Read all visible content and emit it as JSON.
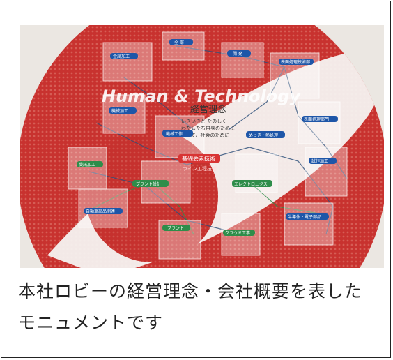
{
  "photo": {
    "heading": "Human & Technology",
    "philosophy": {
      "title": "経営理念",
      "lines": [
        "いきいきと たのしく",
        "わたしたち自身のために",
        "そして、社会のために"
      ]
    },
    "core_tech": {
      "title": "基礎要素技術",
      "sub": "ライン工程技術"
    },
    "labels": {
      "top1": "全 部",
      "top2": "金属加工",
      "top3": "開 発",
      "top4": "表面処理技術部",
      "l1": "機械加工",
      "l2": "機械工作",
      "l3": "受託加工",
      "r1": "めっき・熱処理",
      "r2": "表面処理部門",
      "r3": "試作加工",
      "c1": "プラント設計",
      "c2": "自動車部品関連",
      "c3": "プラント",
      "b1": "エレクトロニクス",
      "b2": "クラウド工事",
      "b3": "半導体・電子部品"
    }
  },
  "caption": {
    "line1": "本社ロビーの経営理念・会社概要を表した",
    "line2": "モニュメントです"
  }
}
